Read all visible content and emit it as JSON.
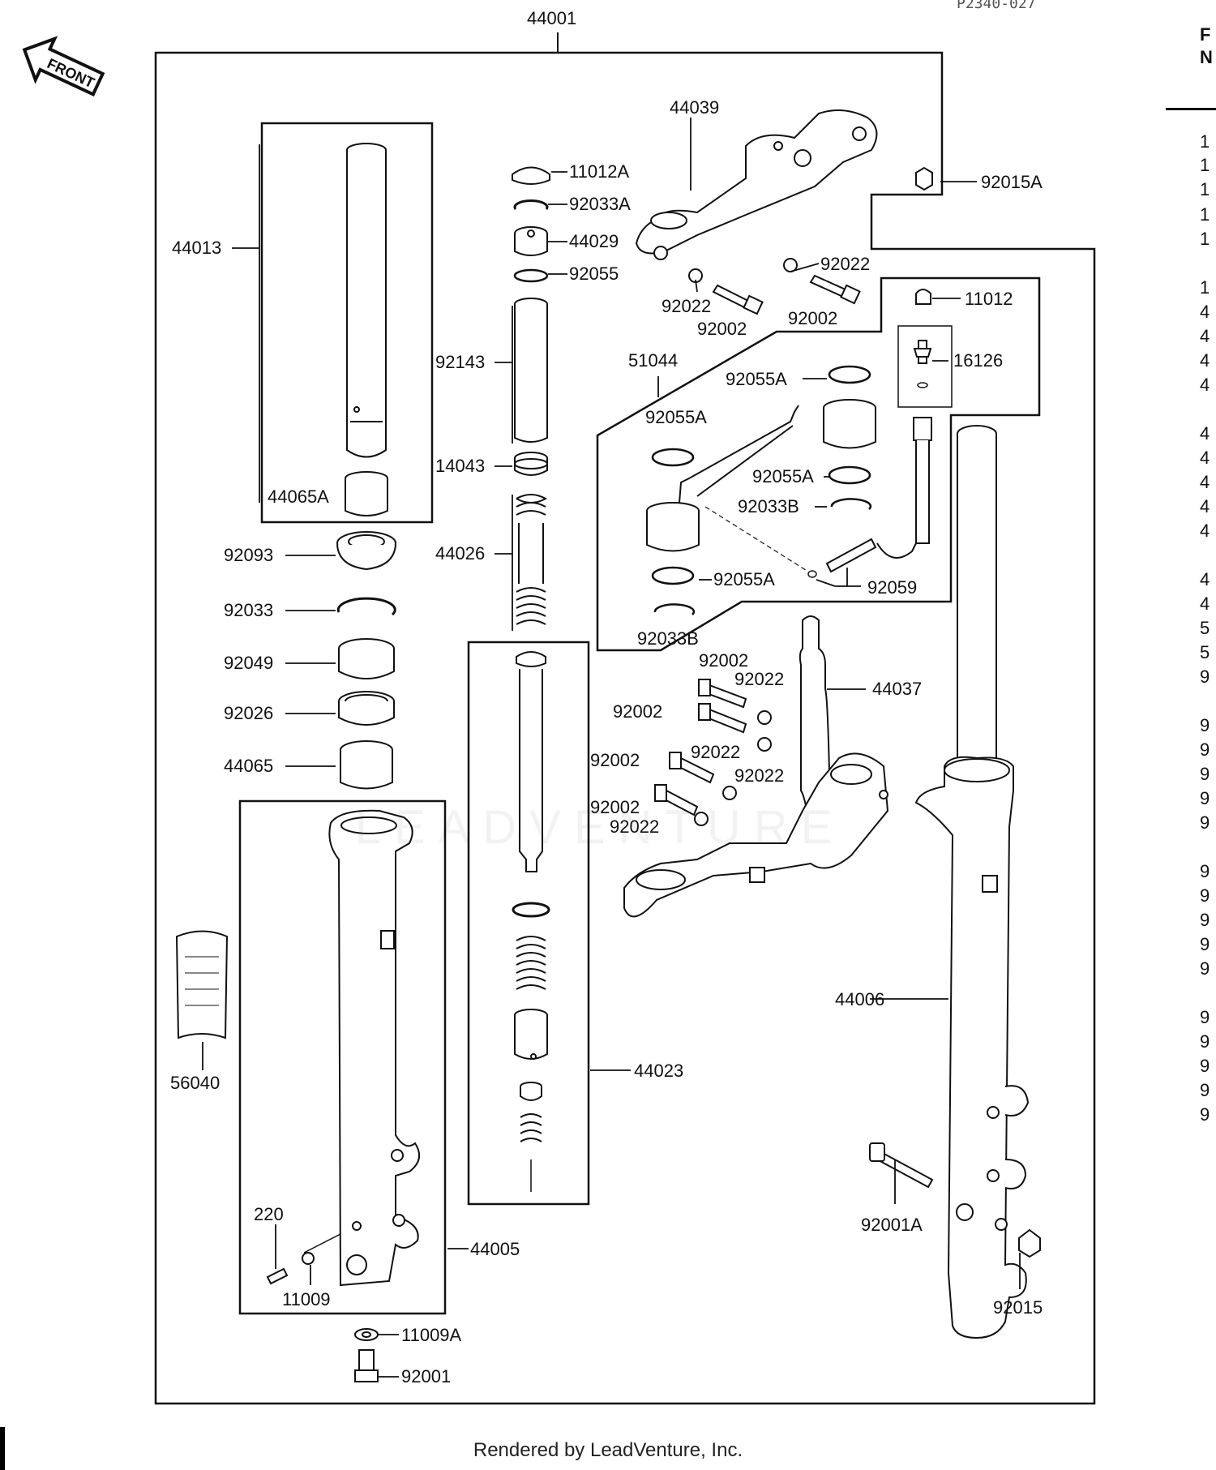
{
  "diagram": {
    "ref_code": "P2340-027",
    "front_label": "FRONT",
    "watermark": "LEADVENTURE",
    "labels": [
      {
        "id": "44001",
        "text": "44001"
      },
      {
        "id": "44039",
        "text": "44039"
      },
      {
        "id": "92015A",
        "text": "92015A"
      },
      {
        "id": "44013",
        "text": "44013"
      },
      {
        "id": "11012A",
        "text": "11012A"
      },
      {
        "id": "92033A",
        "text": "92033A"
      },
      {
        "id": "44029",
        "text": "44029"
      },
      {
        "id": "92055",
        "text": "92055"
      },
      {
        "id": "92022a",
        "text": "92022"
      },
      {
        "id": "92022b",
        "text": "92022"
      },
      {
        "id": "92002a",
        "text": "92002"
      },
      {
        "id": "92002b",
        "text": "92002"
      },
      {
        "id": "11012",
        "text": "11012"
      },
      {
        "id": "16126",
        "text": "16126"
      },
      {
        "id": "92143",
        "text": "92143"
      },
      {
        "id": "51044",
        "text": "51044"
      },
      {
        "id": "92055A_a",
        "text": "92055A"
      },
      {
        "id": "92055A_b",
        "text": "92055A"
      },
      {
        "id": "92055A_c",
        "text": "92055A"
      },
      {
        "id": "92055A_d",
        "text": "92055A"
      },
      {
        "id": "14043",
        "text": "14043"
      },
      {
        "id": "44065A",
        "text": "44065A"
      },
      {
        "id": "92033B_a",
        "text": "92033B"
      },
      {
        "id": "92033B_b",
        "text": "92033B"
      },
      {
        "id": "44026",
        "text": "44026"
      },
      {
        "id": "92093",
        "text": "92093"
      },
      {
        "id": "92059",
        "text": "92059"
      },
      {
        "id": "92033",
        "text": "92033"
      },
      {
        "id": "92049",
        "text": "92049"
      },
      {
        "id": "92026",
        "text": "92026"
      },
      {
        "id": "44065",
        "text": "44065"
      },
      {
        "id": "92002c",
        "text": "92002"
      },
      {
        "id": "92022c",
        "text": "92022"
      },
      {
        "id": "44037",
        "text": "44037"
      },
      {
        "id": "92002d",
        "text": "92002"
      },
      {
        "id": "92002e",
        "text": "92002"
      },
      {
        "id": "92022d",
        "text": "92022"
      },
      {
        "id": "92022e",
        "text": "92022"
      },
      {
        "id": "92002f",
        "text": "92002"
      },
      {
        "id": "92022f",
        "text": "92022"
      },
      {
        "id": "56040",
        "text": "56040"
      },
      {
        "id": "44006",
        "text": "44006"
      },
      {
        "id": "44023",
        "text": "44023"
      },
      {
        "id": "220",
        "text": "220"
      },
      {
        "id": "44005",
        "text": "44005"
      },
      {
        "id": "11009",
        "text": "11009"
      },
      {
        "id": "92001A",
        "text": "92001A"
      },
      {
        "id": "92015",
        "text": "92015"
      },
      {
        "id": "11009A",
        "text": "11009A"
      },
      {
        "id": "92001",
        "text": "92001"
      }
    ],
    "side_column": [
      "1",
      "1",
      "1",
      "1",
      "1",
      "1",
      "4",
      "4",
      "4",
      "4",
      "4",
      "4",
      "4",
      "4",
      "4",
      "4",
      "4",
      "5",
      "5",
      "9",
      "9",
      "9",
      "9",
      "9",
      "9",
      "9",
      "9",
      "9",
      "9",
      "9",
      "9",
      "9",
      "9",
      "9",
      "9"
    ],
    "side_header": [
      "F",
      "N"
    ]
  },
  "footer": {
    "text": "Rendered by LeadVenture, Inc."
  }
}
